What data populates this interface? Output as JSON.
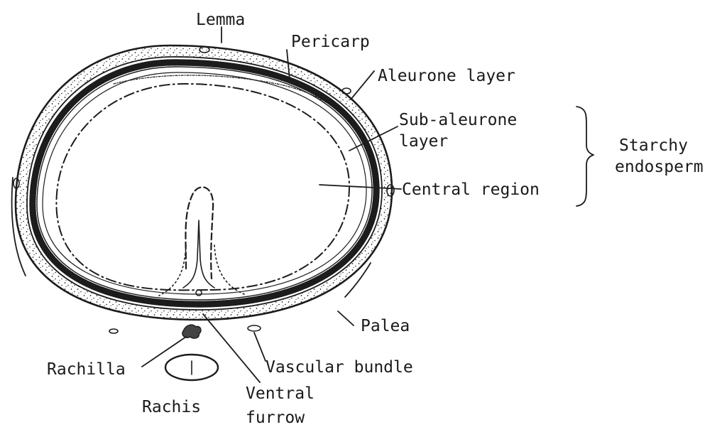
{
  "labels": {
    "lemma": "Lemma",
    "pericarp": "Pericarp",
    "aleurone_layer": "Aleurone layer",
    "sub_aleurone_line1": "Sub-aleurone",
    "sub_aleurone_line2": "layer",
    "central_region": "Central region",
    "starchy_line1": "Starchy",
    "starchy_line2": "endosperm",
    "palea": "Palea",
    "vascular_bundle": "Vascular bundle",
    "rachilla": "Rachilla",
    "rachis": "Rachis",
    "ventral_furrow_line1": "Ventral",
    "ventral_furrow_line2": "furrow"
  }
}
